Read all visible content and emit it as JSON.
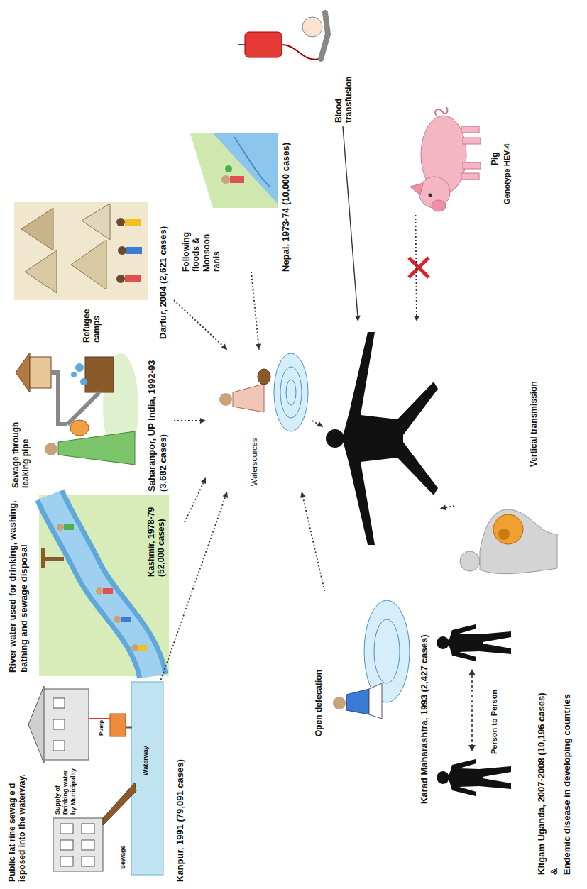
{
  "diagram": {
    "nodes": [
      {
        "text": [
          "Public lat rine sewag e d isposed into the waterway.",
          "Kanpur, 1991 (79,091 cases)"
        ]
      },
      {
        "text": [
          "River water used for drinking, washing, bathing and sewage disposal",
          "Kashmir, 1978-79 (52,000 cases)"
        ]
      },
      {
        "text": [
          "Sewage through leaking pipe",
          "Saharanpor, UP India, 1992-93 (3,682 cases)"
        ]
      },
      {
        "text": [
          "Refugee camps",
          "Darfur, 2004 (2,621 cases)"
        ]
      },
      {
        "text": [
          "Following floods & Monsoon ranis",
          "Nepal, 1973-74 (10,000 cases)"
        ]
      },
      {
        "text": [
          "Watersources"
        ]
      },
      {
        "text": [
          "Open defecation",
          "Karad Maharashtra, 1993 (2,427 cases)"
        ]
      },
      {
        "text": [
          "Blood transfusion"
        ]
      },
      {
        "text": []
      },
      {
        "text": [
          "Vertical transmission"
        ]
      },
      {
        "text": [
          "Pig",
          "Genotype HEV-4"
        ]
      }
    ],
    "edges": [
      {
        "from": 0,
        "to": 5,
        "arrow": "to"
      },
      {
        "from": 1,
        "to": 5,
        "arrow": "to"
      },
      {
        "from": 2,
        "to": 5,
        "arrow": "to"
      },
      {
        "from": 3,
        "to": 5,
        "arrow": "to"
      },
      {
        "from": 4,
        "to": 5,
        "arrow": "to"
      },
      {
        "from": 6,
        "to": 5,
        "arrow": "to"
      },
      {
        "from": 5,
        "to": 8,
        "arrow": "to"
      },
      {
        "from": 7,
        "to": 8,
        "arrow": "to"
      },
      {
        "from": 9,
        "to": 8,
        "arrow": "to"
      },
      {
        "from": 10,
        "to": 8,
        "arrow": "to"
      }
    ],
    "labels": [
      "Supply of Drinking water by Municipality",
      "Waterway",
      "Sewage",
      "Pump",
      "Person to Person",
      "Kitgam Uganda, 2007-2008 (10,196 cases)",
      "&",
      "Endemic disease in developing countries"
    ]
  }
}
